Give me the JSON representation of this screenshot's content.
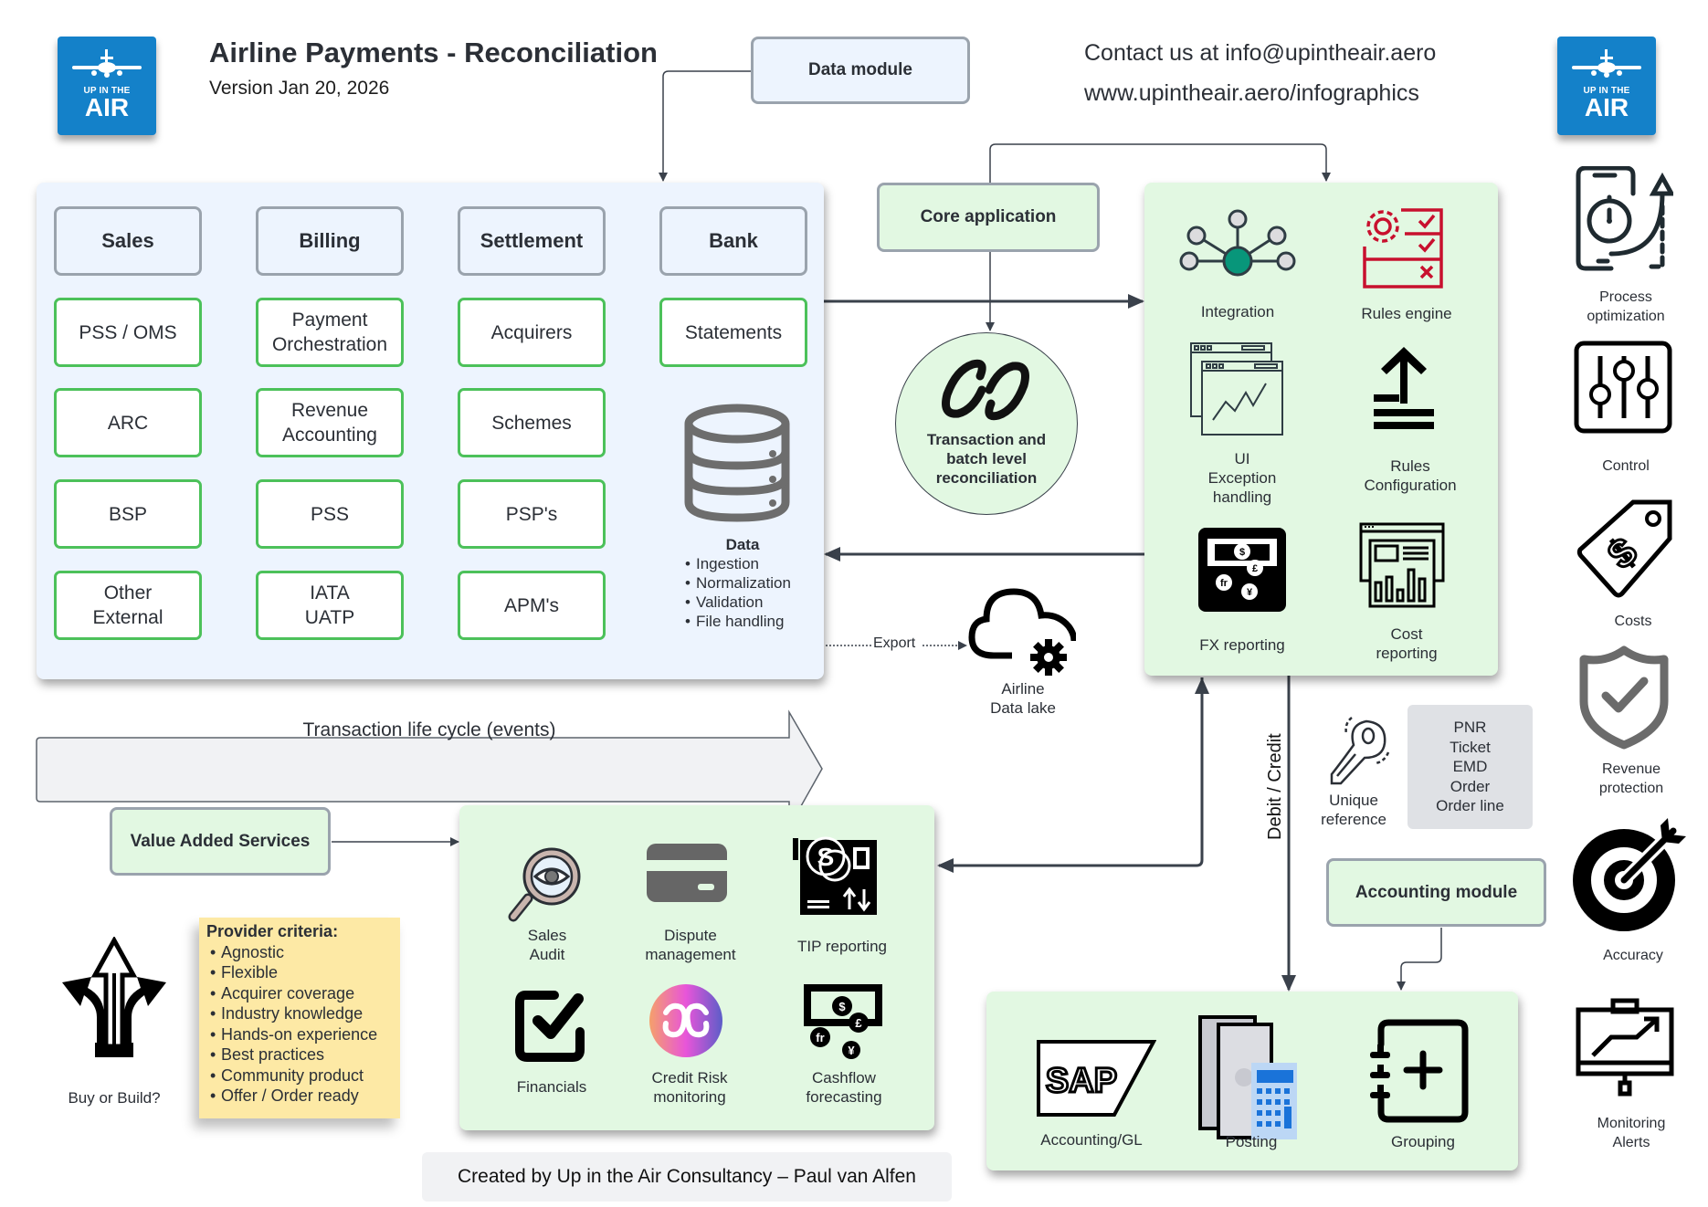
{
  "header": {
    "title": "Airline Payments - Reconciliation",
    "version": "Version Jan 20, 2026",
    "contact": "Contact us at info@upintheair.aero",
    "website": "www.upintheair.aero/infographics",
    "logo_small": "UP IN THE",
    "logo_big": "AIR"
  },
  "colors": {
    "brand_blue": "#1481c9",
    "panel_blue": "#edf4fe",
    "panel_green": "#e2f8e2",
    "box_border_green": "#4cc15a",
    "sticky_yellow": "#fde9a5",
    "rules_red": "#c8102e",
    "integration_teal": "#08967a"
  },
  "modules": {
    "data_module": "Data module",
    "core_application": "Core application",
    "value_added_services": "Value Added Services",
    "accounting_module": "Accounting module"
  },
  "data_panel": {
    "columns": [
      {
        "header": "Sales",
        "items": [
          "PSS / OMS",
          "ARC",
          "BSP",
          "Other\nExternal"
        ]
      },
      {
        "header": "Billing",
        "items": [
          "Payment\nOrchestration",
          "Revenue\nAccounting",
          "PSS",
          "IATA\nUATP"
        ]
      },
      {
        "header": "Settlement",
        "items": [
          "Acquirers",
          "Schemes",
          "PSP's",
          "APM's"
        ]
      },
      {
        "header": "Bank",
        "items": [
          "Statements"
        ]
      }
    ],
    "data_title": "Data",
    "data_items": [
      "Ingestion",
      "Normalization",
      "Validation",
      "File handling"
    ]
  },
  "lifecycle_arrow": "Transaction life cycle (events)",
  "reconciliation": "Transaction and\nbatch level\nreconciliation",
  "export_label": "Export",
  "data_lake": "Airline\nData lake",
  "core_panel": {
    "items": [
      {
        "icon": "integration-icon",
        "label": "Integration"
      },
      {
        "icon": "rules-engine-icon",
        "label": "Rules engine"
      },
      {
        "icon": "ui-exception-icon",
        "label": "UI\nException\nhandling"
      },
      {
        "icon": "rules-configuration-icon",
        "label": "Rules\nConfiguration"
      },
      {
        "icon": "fx-reporting-icon",
        "label": "FX reporting"
      },
      {
        "icon": "cost-reporting-icon",
        "label": "Cost\nreporting"
      }
    ]
  },
  "debit_credit": "Debit / Credit",
  "unique_reference": {
    "label": "Unique\nreference",
    "types": "PNR\nTicket\nEMD\nOrder\nOrder line"
  },
  "vas_panel": {
    "items": [
      {
        "icon": "sales-audit-icon",
        "label": "Sales\nAudit"
      },
      {
        "icon": "dispute-management-icon",
        "label": "Dispute\nmanagement"
      },
      {
        "icon": "tip-reporting-icon",
        "label": "TIP reporting"
      },
      {
        "icon": "financials-icon",
        "label": "Financials"
      },
      {
        "icon": "credit-risk-icon",
        "label": "Credit Risk\nmonitoring"
      },
      {
        "icon": "cashflow-icon",
        "label": "Cashflow\nforecasting"
      }
    ]
  },
  "accounting_panel": {
    "items": [
      {
        "icon": "sap-icon",
        "label": "Accounting/GL",
        "sap_text": "SAP"
      },
      {
        "icon": "posting-icon",
        "label": "Posting"
      },
      {
        "icon": "grouping-icon",
        "label": "Grouping"
      }
    ]
  },
  "buy_or_build": "Buy or Build?",
  "provider_criteria": {
    "title": "Provider criteria:",
    "items": [
      "Agnostic",
      "Flexible",
      "Acquirer coverage",
      "Industry knowledge",
      "Hands-on experience",
      "Best practices",
      "Community product",
      "Offer / Order ready"
    ]
  },
  "benefits": [
    {
      "icon": "process-optimization-icon",
      "label": "Process\noptimization"
    },
    {
      "icon": "control-icon",
      "label": "Control"
    },
    {
      "icon": "costs-icon",
      "label": "Costs"
    },
    {
      "icon": "revenue-protection-icon",
      "label": "Revenue\nprotection"
    },
    {
      "icon": "accuracy-icon",
      "label": "Accuracy"
    },
    {
      "icon": "monitoring-alerts-icon",
      "label": "Monitoring\nAlerts"
    }
  ],
  "footer": "Created by Up in the Air Consultancy – Paul van Alfen"
}
